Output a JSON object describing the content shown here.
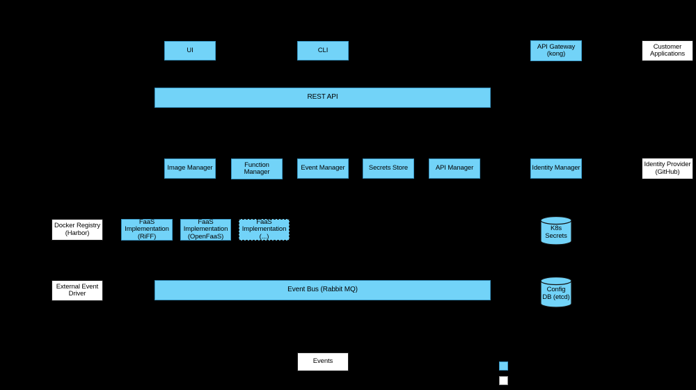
{
  "colors": {
    "background": "#000000",
    "blue_fill": "#72D3F8",
    "blue_border": "#3A97C4",
    "white_fill": "#FFFFFF",
    "box_border_dark": "#1F1F1F",
    "text": "#000000"
  },
  "nodes": {
    "ui": {
      "label": "UI"
    },
    "cli": {
      "label": "CLI"
    },
    "api_gateway": {
      "label": "API Gateway\n(kong)"
    },
    "customer_applications": {
      "label": "Customer\nApplications"
    },
    "rest_api": {
      "label": "REST API"
    },
    "image_manager": {
      "label": "Image Manager"
    },
    "function_manager": {
      "label": "Function\nManager"
    },
    "event_manager": {
      "label": "Event Manager"
    },
    "secrets_store": {
      "label": "Secrets Store"
    },
    "api_manager": {
      "label": "API Manager"
    },
    "identity_manager": {
      "label": "Identity Manager"
    },
    "identity_provider": {
      "label": "Identity Provider\n(GitHub)"
    },
    "docker_registry": {
      "label": "Docker Registry\n(Harbor)"
    },
    "faas_riff": {
      "label": "FaaS\nImplementation\n(RiFF)"
    },
    "faas_openfaas": {
      "label": "FaaS\nImplementation\n(OpenFaaS)"
    },
    "faas_other": {
      "label": "FaaS\nImplementation\n(...)"
    },
    "external_event_driver": {
      "label": "External Event\nDriver"
    },
    "event_bus": {
      "label": "Event Bus (Rabbit MQ)"
    },
    "k8s_secrets": {
      "label": "K8s\nSecrets"
    },
    "config_db": {
      "label": "Config\nDB (etcd)"
    },
    "events": {
      "label": "Events"
    }
  },
  "legend": {
    "swatches": [
      {
        "name": "blue",
        "color": "#72D3F8"
      },
      {
        "name": "white",
        "color": "#FFFFFF"
      }
    ]
  }
}
